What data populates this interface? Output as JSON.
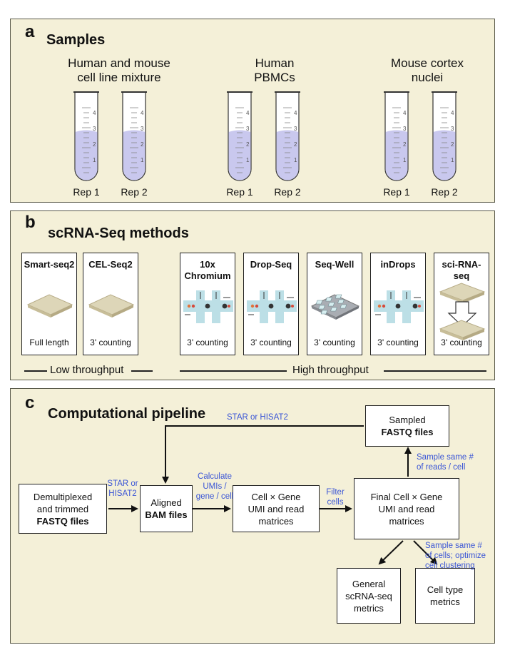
{
  "panel_a": {
    "letter": "a",
    "title": "Samples",
    "samples": [
      {
        "title_line1": "Human and mouse",
        "title_line2": "cell line mixture",
        "reps": [
          "Rep 1",
          "Rep 2"
        ]
      },
      {
        "title_line1": "Human",
        "title_line2": "PBMCs",
        "reps": [
          "Rep 1",
          "Rep 2"
        ]
      },
      {
        "title_line1": "Mouse cortex",
        "title_line2": "nuclei",
        "reps": [
          "Rep 1",
          "Rep 2"
        ]
      }
    ],
    "tube_marks": [
      "4",
      "3",
      "2",
      "1"
    ]
  },
  "panel_b": {
    "letter": "b",
    "title": "scRNA-Seq methods",
    "methods": [
      {
        "name_line1": "Smart-seq2",
        "name_line2": "",
        "sub": "Full length",
        "icon": "plate-icon"
      },
      {
        "name_line1": "CEL-Seq2",
        "name_line2": "",
        "sub": "3' counting",
        "icon": "plate-icon"
      },
      {
        "name_line1": "10x",
        "name_line2": "Chromium",
        "sub": "3' counting",
        "icon": "microfluidic-icon"
      },
      {
        "name_line1": "Drop-Seq",
        "name_line2": "",
        "sub": "3' counting",
        "icon": "microfluidic-icon"
      },
      {
        "name_line1": "Seq-Well",
        "name_line2": "",
        "sub": "3' counting",
        "icon": "well-array-icon"
      },
      {
        "name_line1": "inDrops",
        "name_line2": "",
        "sub": "3' counting",
        "icon": "microfluidic-icon"
      },
      {
        "name_line1": "sci-RNA-",
        "name_line2": "seq",
        "sub": "3' counting",
        "icon": "plate-split-icon"
      }
    ],
    "low_throughput": "Low throughput",
    "high_throughput": "High throughput"
  },
  "panel_c": {
    "letter": "c",
    "title": "Computational pipeline",
    "boxes": {
      "fastq": {
        "line1": "Demultiplexed",
        "line2": "and trimmed",
        "bold": "FASTQ files"
      },
      "bam": {
        "line1": "Aligned",
        "bold": "BAM files"
      },
      "matrix": {
        "line1": "Cell × Gene",
        "line2": "UMI and read",
        "line3": "matrices"
      },
      "final": {
        "line1": "Final Cell × Gene",
        "line2": "UMI and read",
        "line3": "matrices"
      },
      "sampled": {
        "line1": "Sampled",
        "bold": "FASTQ files"
      },
      "general": {
        "line1": "General",
        "line2": "scRNA-seq",
        "line3": "metrics"
      },
      "celltype": {
        "line1": "Cell type",
        "line2": "metrics"
      }
    },
    "edge_labels": {
      "star_top": "STAR or HISAT2",
      "star_left_1": "STAR or",
      "star_left_2": "HISAT2",
      "calc_1": "Calculate",
      "calc_2": "UMIs /",
      "calc_3": "gene / cell",
      "filter_1": "Filter",
      "filter_2": "cells",
      "sample_reads_1": "Sample same #",
      "sample_reads_2": "of reads / cell",
      "sample_cells_1": "Sample same #",
      "sample_cells_2": "of cells; optimize",
      "sample_cells_3": "cell clustering"
    }
  },
  "colors": {
    "panel_bg": "#f4f0d8",
    "label_blue": "#3a55d6",
    "tube_liquid": "#c9c8ee",
    "channel": "#bcdfe6"
  }
}
